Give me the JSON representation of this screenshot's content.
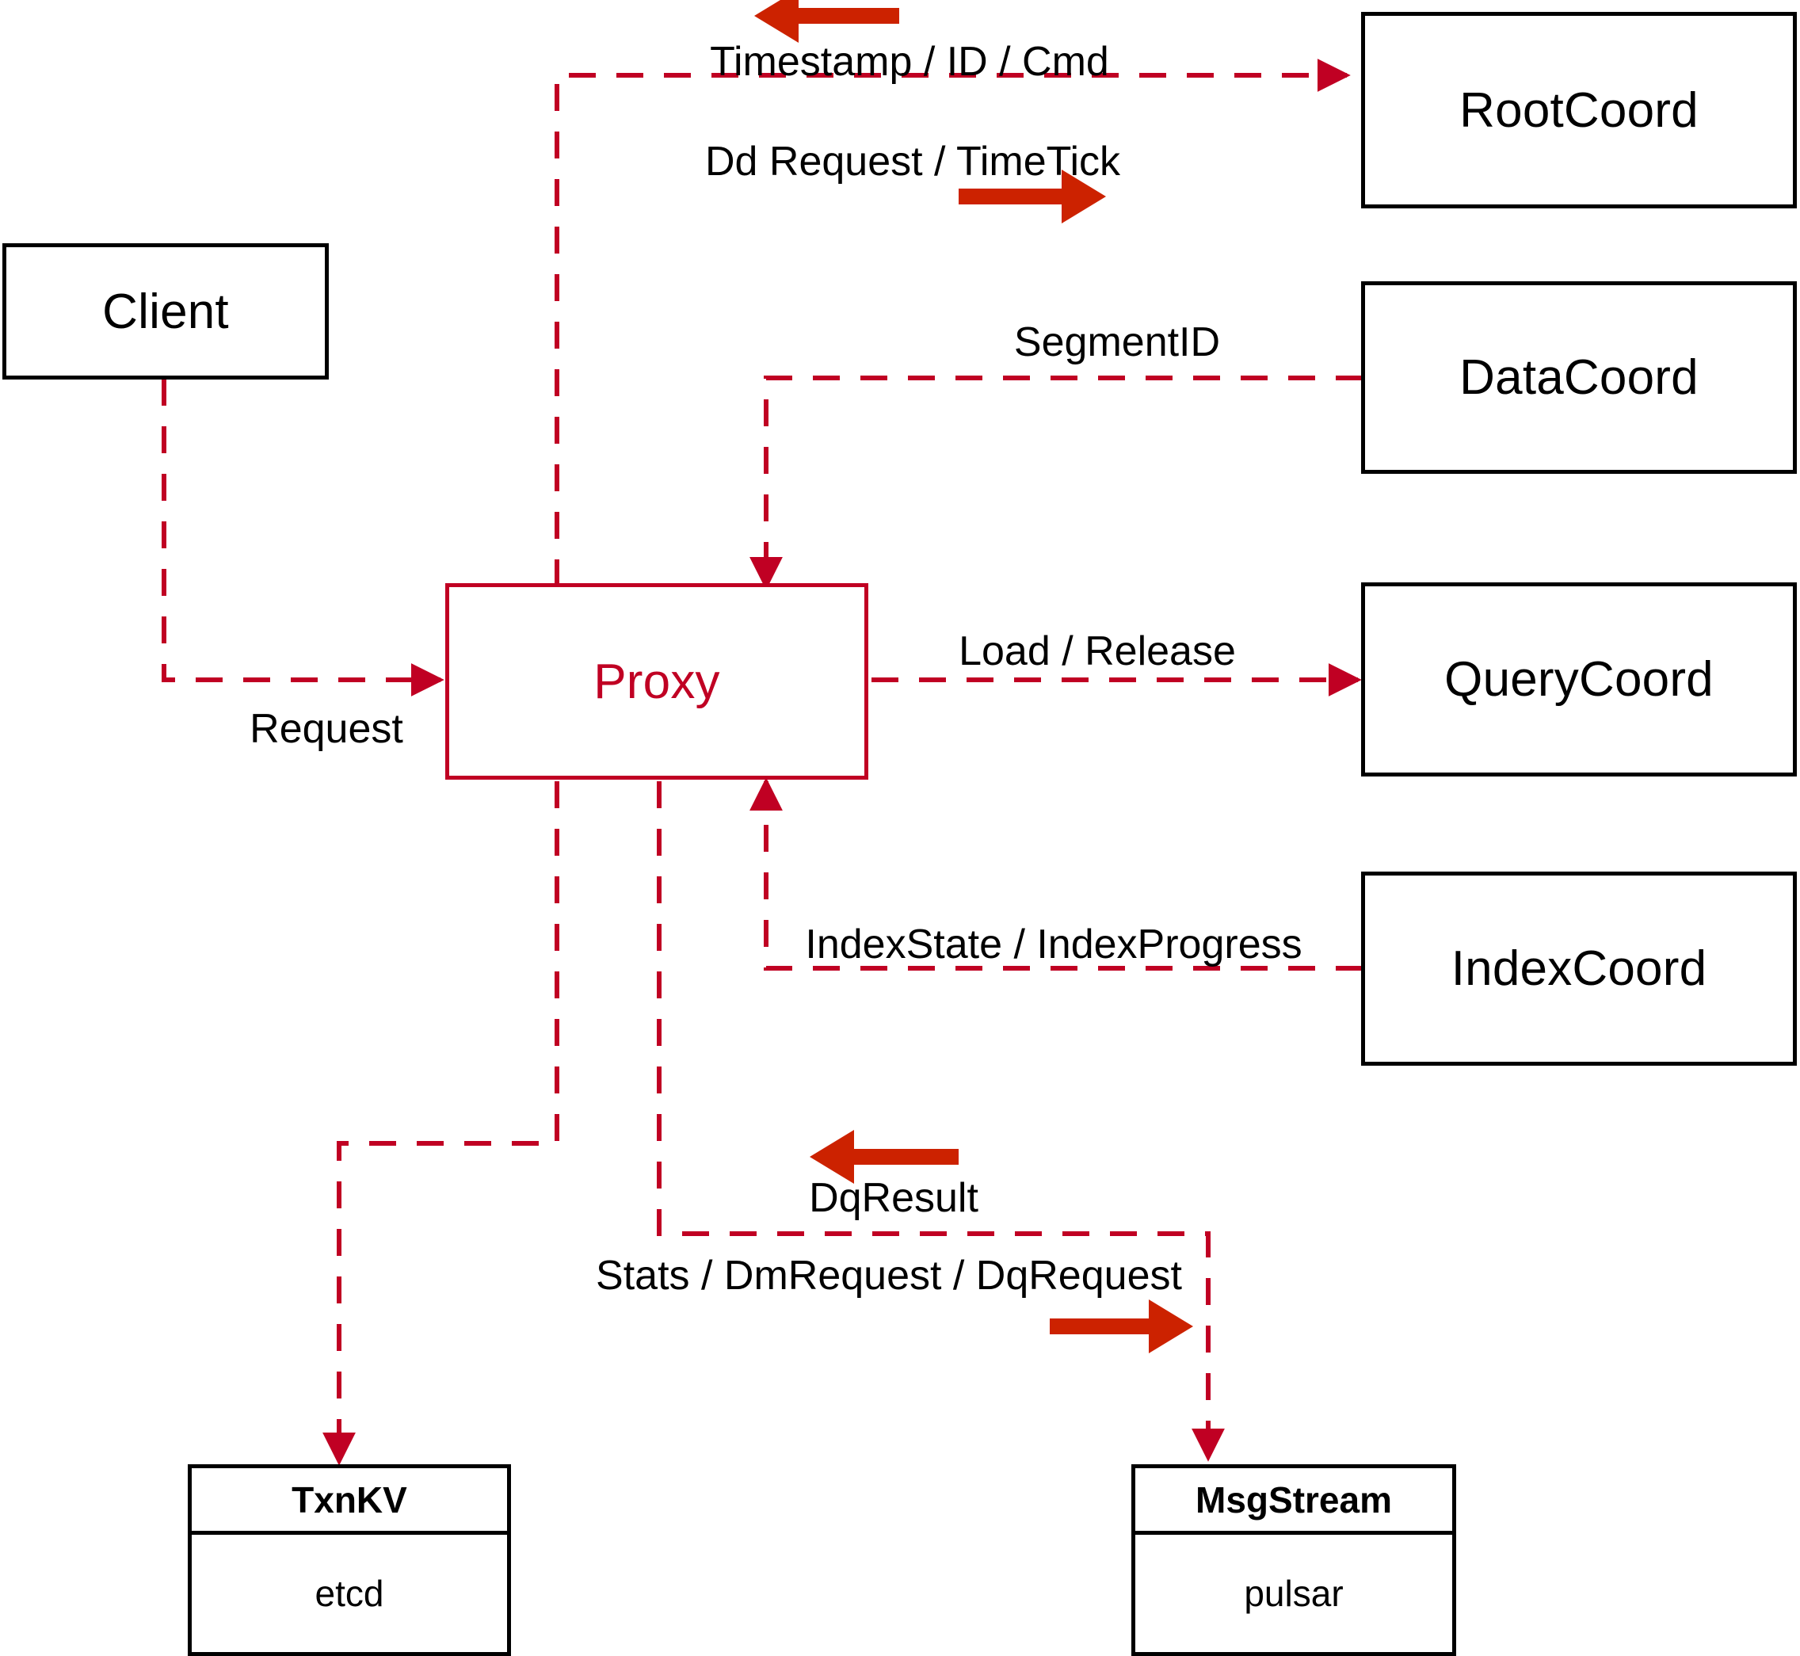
{
  "diagram": {
    "title": "Milvus Proxy component interaction diagram",
    "colors": {
      "line": "#c00023",
      "arrow_accent": "#cc2200",
      "node_border": "#000000",
      "proxy_border": "#c00023",
      "proxy_text": "#c00023",
      "label_text": "#000000",
      "background": "#ffffff"
    }
  },
  "nodes": {
    "client": {
      "label": "Client"
    },
    "proxy": {
      "label": "Proxy"
    },
    "root_coord": {
      "label": "RootCoord"
    },
    "data_coord": {
      "label": "DataCoord"
    },
    "query_coord": {
      "label": "QueryCoord"
    },
    "index_coord": {
      "label": "IndexCoord"
    },
    "txnkv": {
      "title": "TxnKV",
      "impl": "etcd"
    },
    "msgstream": {
      "title": "MsgStream",
      "impl": "pulsar"
    }
  },
  "edge_labels": {
    "timestamp_id_cmd": "Timestamp / ID / Cmd",
    "dd_request_timetick": "Dd Request / TimeTick",
    "segment_id": "SegmentID",
    "request": "Request",
    "load_release": "Load / Release",
    "index_state_progress": "IndexState / IndexProgress",
    "dq_result": "DqResult",
    "stats_dm_dq_request": "Stats / DmRequest / DqRequest"
  },
  "direction_arrows": [
    {
      "name": "timestamp-id-cmd-direction",
      "points": "left"
    },
    {
      "name": "dd-request-timetick-direction",
      "points": "right"
    },
    {
      "name": "dq-result-direction",
      "points": "left"
    },
    {
      "name": "stats-dm-dq-request-direction",
      "points": "right"
    }
  ]
}
